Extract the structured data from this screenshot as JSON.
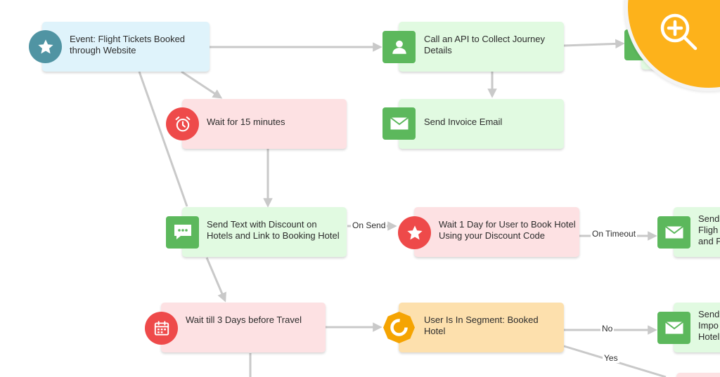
{
  "nodes": {
    "event": {
      "label": "Event: Flight Tickets Booked through Website",
      "icon": "star-icon"
    },
    "call_api": {
      "label": "Call an API to Collect Journey Details",
      "icon": "person-icon"
    },
    "wait15": {
      "label": "Wait for 15 minutes",
      "icon": "alarm-clock-icon"
    },
    "invoice": {
      "label": "Send Invoice Email",
      "icon": "envelope-icon"
    },
    "send_text": {
      "label": "Send Text with Discount on Hotels and Link to Booking Hotel",
      "icon": "chat-bubble-icon"
    },
    "wait1day": {
      "label": "Wait 1 Day for User to Book Hotel Using your Discount Code",
      "icon": "star-icon"
    },
    "send_right_mid": {
      "label": "Send\nFligh\nand F",
      "icon": "envelope-icon"
    },
    "wait3days": {
      "label": "Wait till 3 Days before Travel",
      "icon": "calendar-icon"
    },
    "segment": {
      "label": "User Is In Segment: Booked Hotel",
      "icon": "segment-ring-icon"
    },
    "send_right_bottom": {
      "label": "Send\nImpo\nHotel",
      "icon": "envelope-icon"
    }
  },
  "edge_labels": {
    "on_send": "On Send",
    "on_timeout": "On Timeout",
    "no": "No",
    "yes": "Yes"
  },
  "zoom_icon": "zoom-in-icon",
  "colors": {
    "event_fill": "#dff3fb",
    "action_fill": "#e1fae1",
    "wait_fill": "#fde1e3",
    "condition_fill": "#fde0ad",
    "teal_icon": "#5094a3",
    "green_icon": "#5cb85c",
    "red_icon": "#ee4a4a",
    "orange_icon": "#f5a402",
    "zoom_corner": "#fdb21b",
    "edge": "#c9c9c9"
  }
}
